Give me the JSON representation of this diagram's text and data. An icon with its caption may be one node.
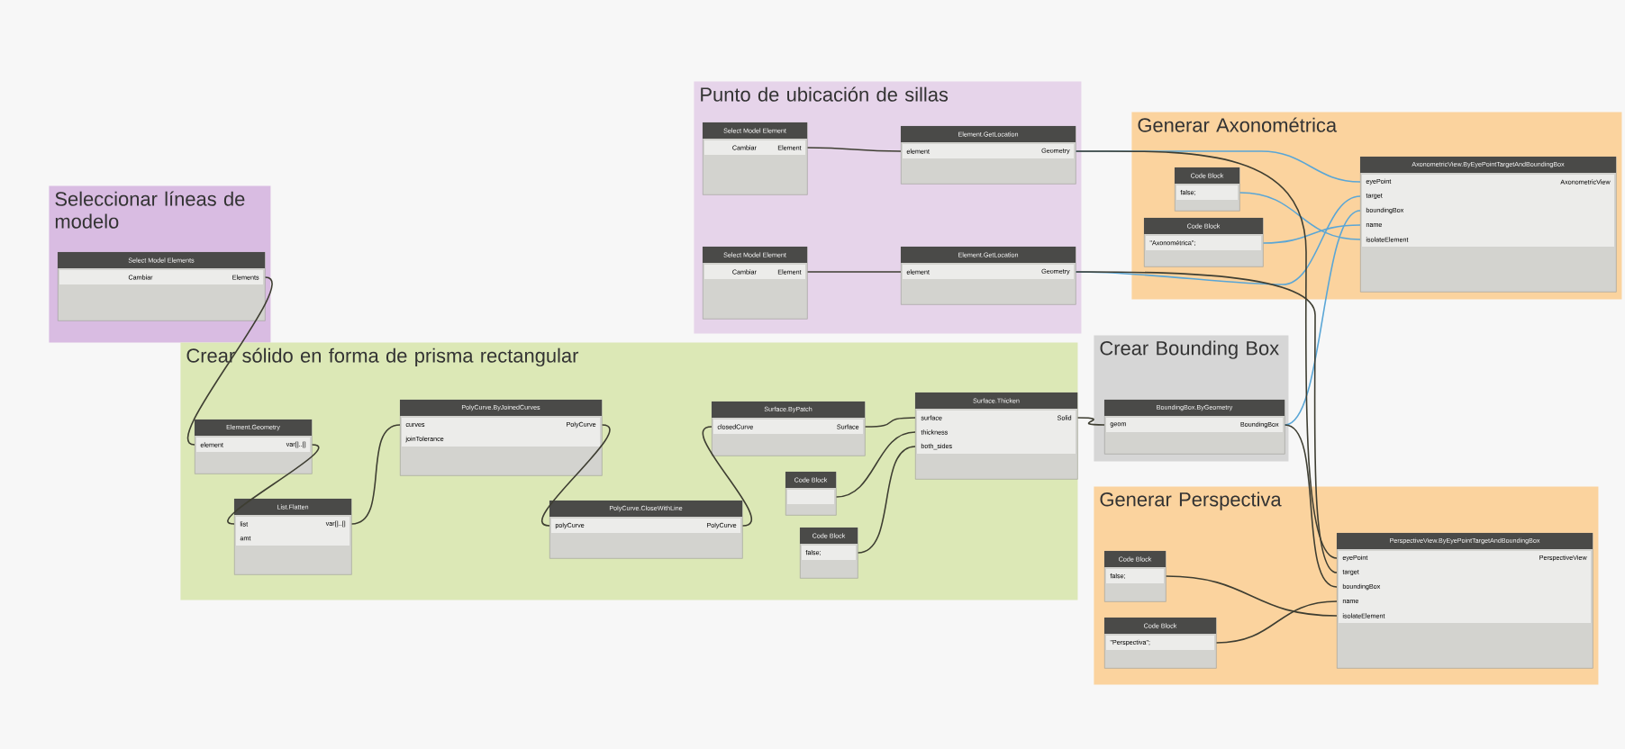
{
  "diagram": {
    "nodes": [
      {
        "text": [
          "Seleccionar líneas de modelo"
        ]
      },
      {
        "text": [
          "Select Model Elements",
          "Cambiar",
          "Elements"
        ],
        "in": 0
      },
      {
        "text": [
          "Crear sólido en forma de prisma rectangular"
        ]
      },
      {
        "text": [
          "Element.Geometry",
          "element",
          "var[]..[]"
        ],
        "in": 2
      },
      {
        "text": [
          "List.Flatten",
          "list",
          "amt",
          "var[]..[]"
        ],
        "in": 2
      },
      {
        "text": [
          "PolyCurve.ByJoinedCurves",
          "curves",
          "joinTolerance",
          "PolyCurve"
        ],
        "in": 2
      },
      {
        "text": [
          "PolyCurve.CloseWithLine",
          "polyCurve",
          "PolyCurve"
        ],
        "in": 2
      },
      {
        "text": [
          "Surface.ByPatch",
          "closedCurve",
          "Surface"
        ],
        "in": 2
      },
      {
        "text": [
          "Code Block"
        ],
        "in": 2
      },
      {
        "text": [
          "Code Block",
          "false;"
        ],
        "in": 2
      },
      {
        "text": [
          "Surface.Thicken",
          "surface",
          "thickness",
          "both_sides",
          "Solid"
        ],
        "in": 2
      },
      {
        "text": [
          "Punto de ubicación de sillas"
        ]
      },
      {
        "text": [
          "Select Model Element",
          "Cambiar",
          "Element"
        ],
        "in": 11
      },
      {
        "text": [
          "Element.GetLocation",
          "element",
          "Geometry"
        ],
        "in": 11
      },
      {
        "text": [
          "Select Model Element",
          "Cambiar",
          "Element"
        ],
        "in": 11
      },
      {
        "text": [
          "Element.GetLocation",
          "element",
          "Geometry"
        ],
        "in": 11
      },
      {
        "text": [
          "Generar Axonométrica"
        ]
      },
      {
        "text": [
          "Code Block",
          "false;"
        ],
        "in": 16
      },
      {
        "text": [
          "Code Block",
          "\"Axonométrica\";"
        ],
        "in": 16
      },
      {
        "text": [
          "AxonometricView.ByEyePointTargetAndBoundingBox",
          "eyePoint",
          "target",
          "boundingBox",
          "name",
          "isolateElement",
          "AxonometricView"
        ],
        "in": 16
      },
      {
        "text": [
          "Crear Bounding Box"
        ]
      },
      {
        "text": [
          "BoundingBox.ByGeometry",
          "geom",
          "BoundingBox"
        ],
        "in": 20
      },
      {
        "text": [
          "Generar Perspectiva"
        ]
      },
      {
        "text": [
          "Code Block",
          "false;"
        ],
        "in": 22
      },
      {
        "text": [
          "Code Block",
          "\"Perspectiva\";"
        ],
        "in": 22
      },
      {
        "text": [
          "PerspectiveView.ByEyePointTargetAndBoundingBox",
          "eyePoint",
          "target",
          "boundingBox",
          "name",
          "isolateElement",
          "PerspectiveView"
        ],
        "in": 22
      }
    ],
    "edges": [
      {
        "from": 1,
        "to": 3,
        "arrow": "none"
      },
      {
        "from": 3,
        "to": 4,
        "arrow": "none"
      },
      {
        "from": 4,
        "to": 5,
        "arrow": "none"
      },
      {
        "from": 5,
        "to": 6,
        "arrow": "none"
      },
      {
        "from": 6,
        "to": 7,
        "arrow": "none"
      },
      {
        "from": 7,
        "to": 10,
        "arrow": "none"
      },
      {
        "from": 8,
        "to": 10,
        "arrow": "none"
      },
      {
        "from": 9,
        "to": 10,
        "arrow": "none"
      },
      {
        "from": 10,
        "to": 21,
        "arrow": "none"
      },
      {
        "from": 12,
        "to": 13,
        "arrow": "none"
      },
      {
        "from": 14,
        "to": 15,
        "arrow": "none"
      },
      {
        "from": 13,
        "to": 19,
        "arrow": "none",
        "color": "#5aa6d6"
      },
      {
        "from": 15,
        "to": 19,
        "arrow": "none",
        "color": "#5aa6d6"
      },
      {
        "from": 21,
        "to": 19,
        "arrow": "none",
        "color": "#5aa6d6"
      },
      {
        "from": 18,
        "to": 19,
        "arrow": "none",
        "color": "#5aa6d6"
      },
      {
        "from": 17,
        "to": 19,
        "arrow": "none",
        "color": "#5aa6d6"
      },
      {
        "from": 13,
        "to": 25,
        "arrow": "none"
      },
      {
        "from": 15,
        "to": 25,
        "arrow": "none"
      },
      {
        "from": 21,
        "to": 25,
        "arrow": "none"
      },
      {
        "from": 24,
        "to": 25,
        "arrow": "none"
      },
      {
        "from": 23,
        "to": 25,
        "arrow": "none"
      }
    ]
  }
}
